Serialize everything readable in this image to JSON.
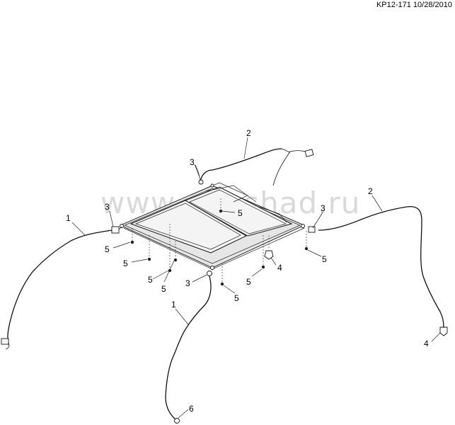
{
  "reference": "KP12-171 10/28/2010",
  "watermark": "www.gm-shad.ru",
  "callouts": {
    "c1_left": "1",
    "c1_center": "1",
    "c2_top": "2",
    "c2_right": "2",
    "c3_top": "3",
    "c3_left": "3",
    "c3_center": "3",
    "c3_right": "3",
    "c4_center": "4",
    "c4_right": "4",
    "c5_a": "5",
    "c5_b": "5",
    "c5_c": "5",
    "c5_d": "5",
    "c5_e": "5",
    "c5_f": "5",
    "c5_g": "5",
    "c5_h": "5",
    "c6": "6"
  }
}
